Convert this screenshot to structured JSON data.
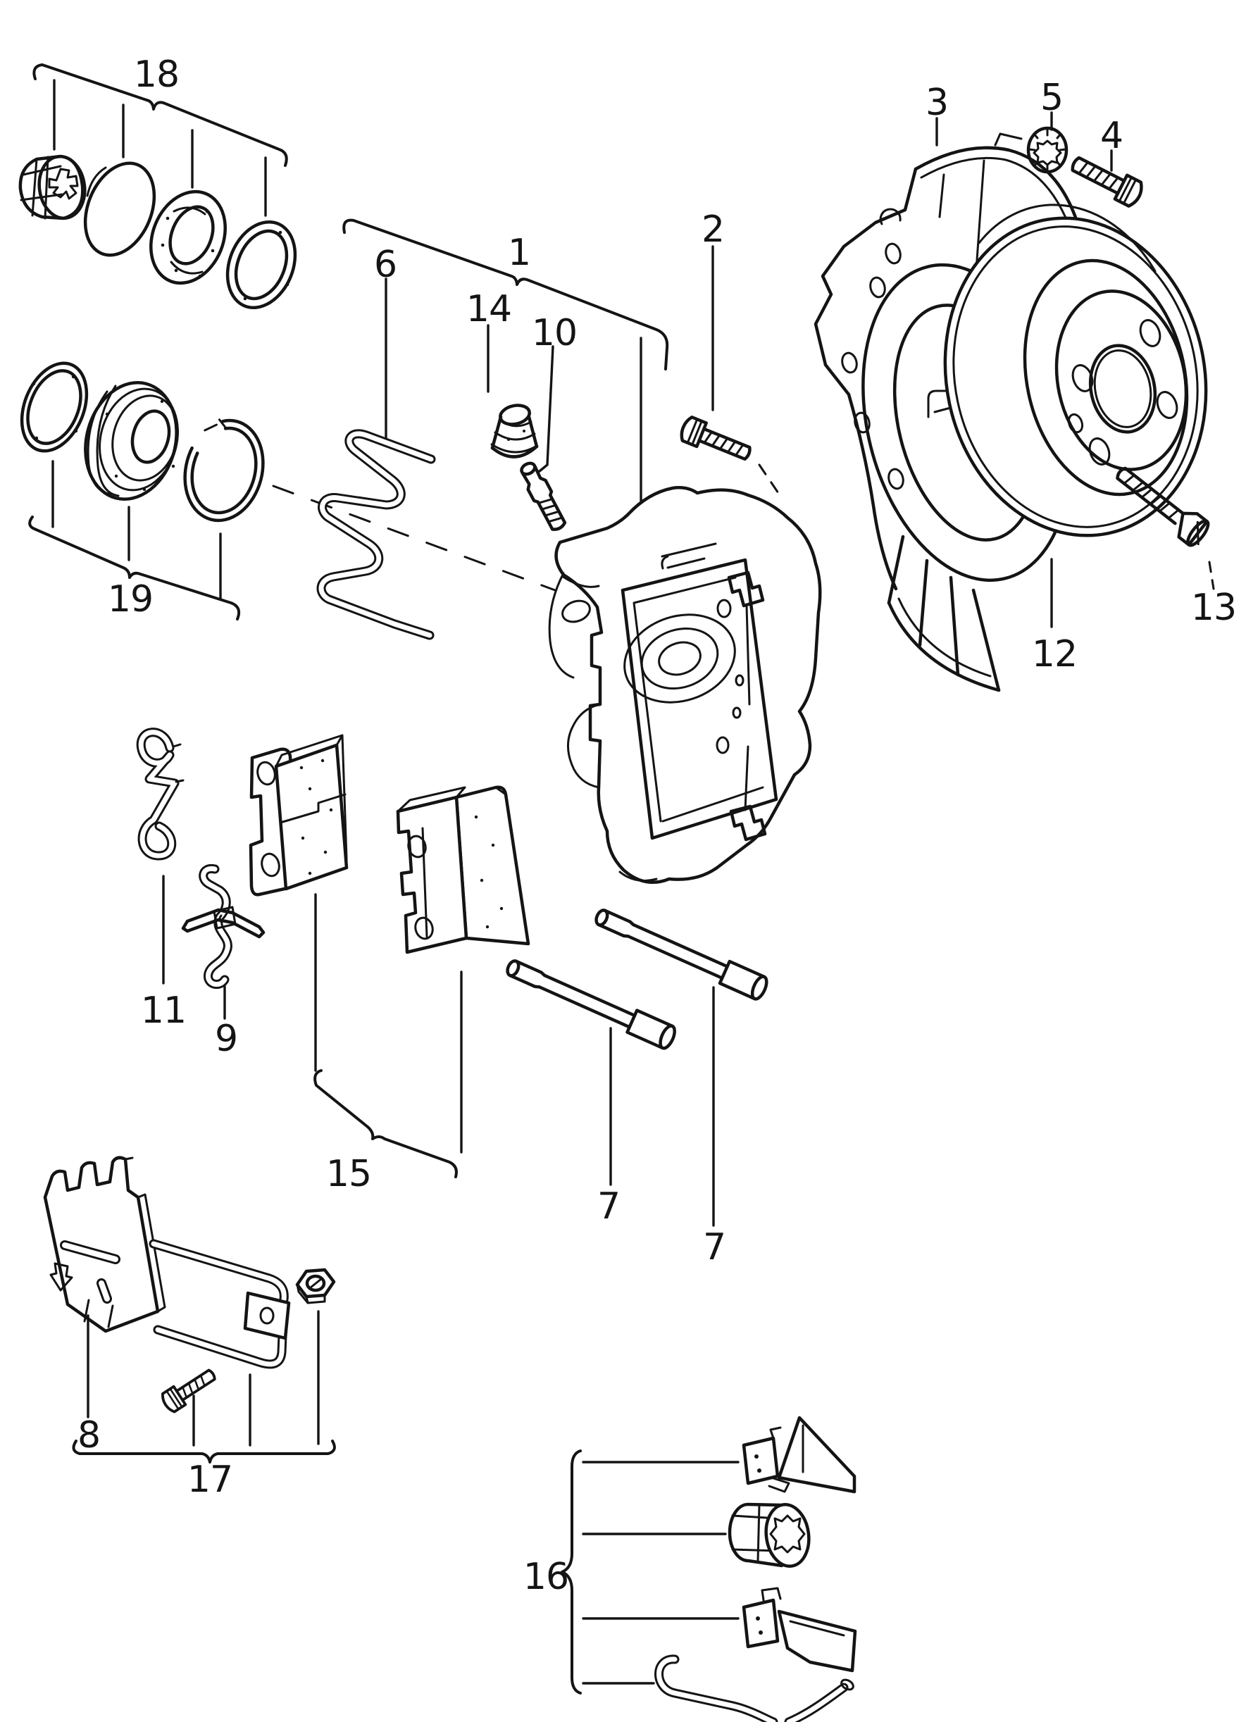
{
  "figure": {
    "kind": "exploded-parts-line-diagram",
    "subject": "front disc brake assembly (caliper, pads, guide pins, splash shield, brake disc, wheel bearing and fitting kits)",
    "ink_color": "#141414",
    "paper_color": "#ffffff"
  },
  "callouts": {
    "c18": {
      "text": "18"
    },
    "c19": {
      "text": "19"
    },
    "c1": {
      "text": "1"
    },
    "c6": {
      "text": "6"
    },
    "c14": {
      "text": "14"
    },
    "c10": {
      "text": "10"
    },
    "c2": {
      "text": "2"
    },
    "c3": {
      "text": "3"
    },
    "c5": {
      "text": "5"
    },
    "c4": {
      "text": "4"
    },
    "c12": {
      "text": "12"
    },
    "c13": {
      "text": "13"
    },
    "c11": {
      "text": "11"
    },
    "c9": {
      "text": "9"
    },
    "c15": {
      "text": "15"
    },
    "c7a": {
      "text": "7"
    },
    "c7b": {
      "text": "7"
    },
    "c8": {
      "text": "8"
    },
    "c17": {
      "text": "17"
    },
    "c16": {
      "text": "16"
    }
  }
}
